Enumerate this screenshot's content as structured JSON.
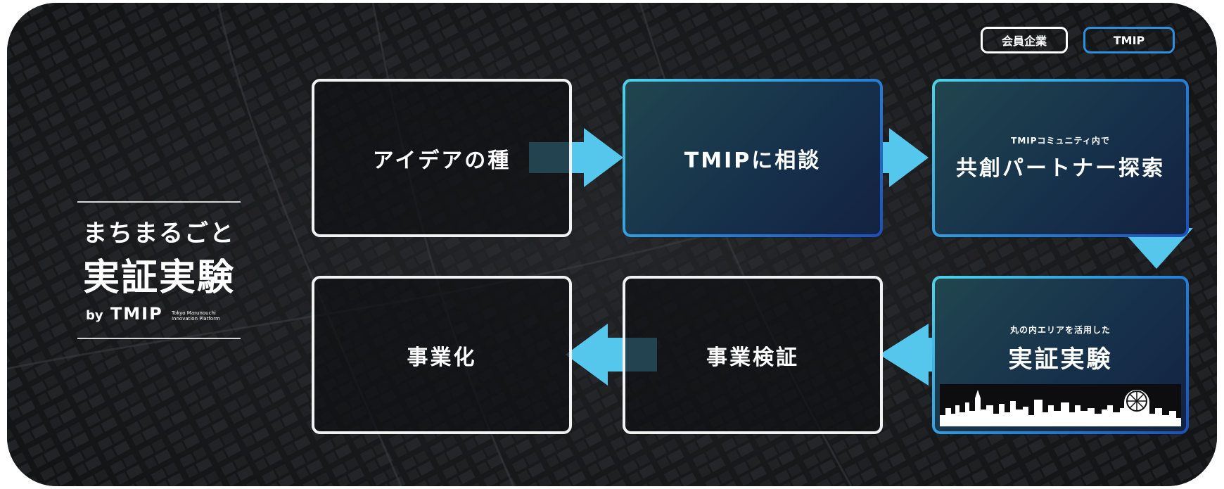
{
  "title": {
    "subtitle": "まちまるごと",
    "main": "実証実験",
    "by": "by",
    "brand": "TMIP",
    "brand_sub_line1": "Tokyo Marunouchi",
    "brand_sub_line2": "Innovation Platform"
  },
  "legend": {
    "white_label": "会員企業",
    "blue_label": "TMIP"
  },
  "steps": [
    {
      "label": "アイデアの種",
      "note": "",
      "owner": "会員企業"
    },
    {
      "label": "TMIPに相談",
      "note": "",
      "owner": "TMIP"
    },
    {
      "label": "共創パートナー探索",
      "note": "TMIPコミュニティ内で",
      "owner": "TMIP"
    },
    {
      "label": "実証実験",
      "note": "丸の内エリアを活用した",
      "owner": "TMIP"
    },
    {
      "label": "事業検証",
      "note": "",
      "owner": "会員企業"
    },
    {
      "label": "事業化",
      "note": "",
      "owner": "会員企業"
    }
  ],
  "colors": {
    "background": "#17181a",
    "arrow": "#56c7ec",
    "box_white": "#f2f2f2",
    "box_gradient_start": "#4fd3e8",
    "box_gradient_end": "#1d50b8"
  }
}
